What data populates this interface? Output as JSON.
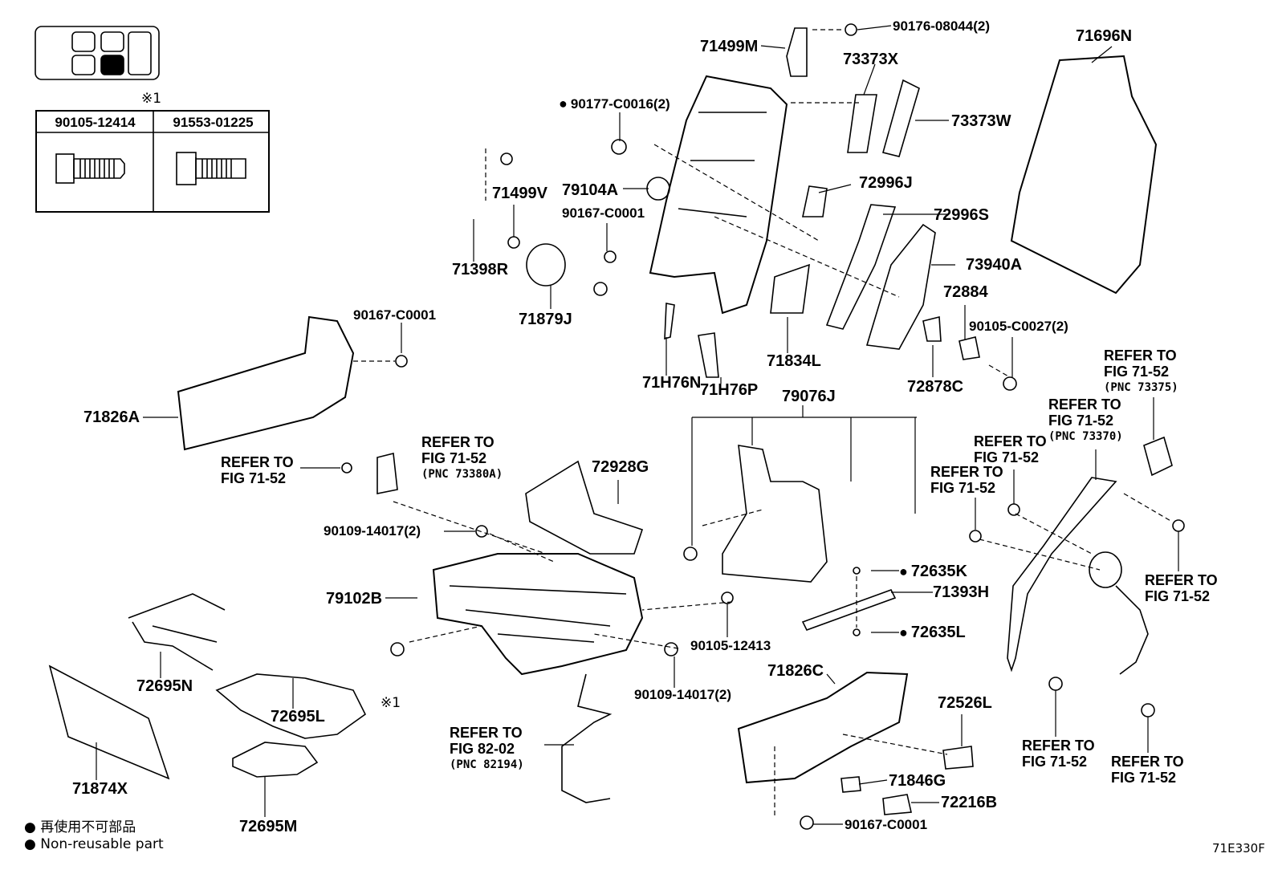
{
  "top_table": {
    "note_mark": "※1",
    "headers": [
      "90105-12414",
      "91553-01225"
    ]
  },
  "labels": {
    "p71499M": "71499M",
    "p90176": "90176-08044(2)",
    "p73373X": "73373X",
    "p73373W": "73373W",
    "p71696N": "71696N",
    "p90177": "90177-C0016(2)",
    "p71499V": "71499V",
    "p79104A": "79104A",
    "p90167a": "90167-C0001",
    "p72996J": "72996J",
    "p72996S": "72996S",
    "p73940A": "73940A",
    "p71398R": "71398R",
    "p71879J": "71879J",
    "p72884": "72884",
    "p90105c": "90105-C0027(2)",
    "p90167b": "90167-C0001",
    "p71834L": "71834L",
    "p71H76N": "71H76N",
    "p71H76P": "71H76P",
    "p72878C": "72878C",
    "p71826A": "71826A",
    "p79076J": "79076J",
    "p72928G": "72928G",
    "p90109a": "90109-14017(2)",
    "p79102B": "79102B",
    "p72635K": "72635K",
    "p71393H": "71393H",
    "p72635L": "72635L",
    "p90105_12413": "90105-12413",
    "p90109b": "90109-14017(2)",
    "p72695N": "72695N",
    "p72695L": "72695L",
    "p71826C": "71826C",
    "p72526L": "72526L",
    "p71846G": "71846G",
    "p72216B": "72216B",
    "p90167c": "90167-C0001",
    "p71874X": "71874X",
    "p72695M": "72695M",
    "note1": "※1",
    "diagram_code": "71E330F"
  },
  "refs": {
    "r1": {
      "line1": "REFER TO",
      "line2": "FIG 71-52",
      "pnc": ""
    },
    "r2": {
      "line1": "REFER TO",
      "line2": "FIG 71-52",
      "pnc": "(PNC 73380A)"
    },
    "r3": {
      "line1": "REFER TO",
      "line2": "FIG 71-52",
      "pnc": "(PNC 73375)"
    },
    "r4": {
      "line1": "REFER TO",
      "line2": "FIG 71-52",
      "pnc": "(PNC 73370)"
    },
    "r5": {
      "line1": "REFER TO",
      "line2": "FIG 71-52",
      "pnc": ""
    },
    "r6": {
      "line1": "REFER TO",
      "line2": "FIG 71-52",
      "pnc": ""
    },
    "r7": {
      "line1": "REFER TO",
      "line2": "FIG 71-52",
      "pnc": ""
    },
    "r8": {
      "line1": "REFER TO",
      "line2": "FIG 71-52",
      "pnc": ""
    },
    "r9": {
      "line1": "REFER TO",
      "line2": "FIG 71-52",
      "pnc": ""
    },
    "r10": {
      "line1": "REFER TO",
      "line2": "FIG 82-02",
      "pnc": "(PNC 82194)"
    }
  },
  "legend": {
    "jp": "再使用不可部品",
    "en": "Non-reusable part"
  },
  "icons": [
    "seat-position-icon",
    "bolt-icon",
    "flange-bolt-icon",
    "non-reusable-dot-icon"
  ]
}
